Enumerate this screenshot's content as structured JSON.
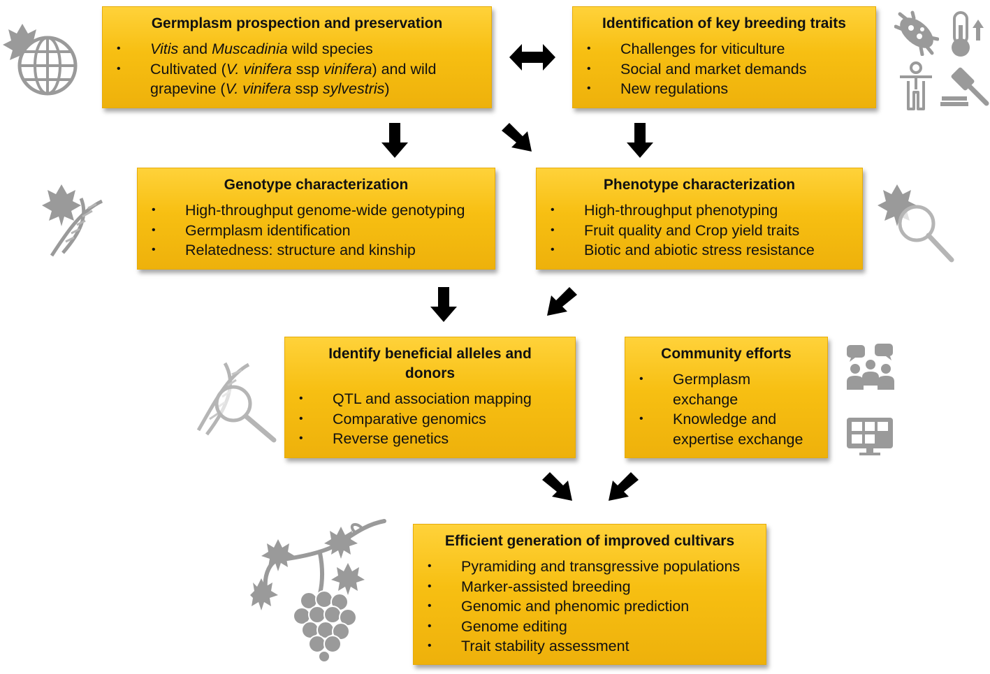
{
  "boxes": {
    "germplasm": {
      "title": "Germplasm prospection and preservation",
      "items": [
        {
          "p1": "",
          "i1": "Vitis",
          "p2": " and ",
          "i2": "Muscadinia",
          "p3": " wild species",
          "i3": "",
          "p4": "",
          "i4": "",
          "p5": ""
        },
        {
          "p1": "Cultivated (",
          "i1": "V. vinifera",
          "p2": " ssp ",
          "i2": "vinifera",
          "p3": ") and wild grapevine (",
          "i3": "V. vinifera",
          "p4": " ssp ",
          "i4": "sylvestris",
          "p5": ")"
        }
      ]
    },
    "traits": {
      "title": "Identification of key breeding traits",
      "items": [
        "Challenges for viticulture",
        "Social and market demands",
        "New regulations"
      ]
    },
    "genotype": {
      "title": "Genotype characterization",
      "items": [
        "High-throughput genome-wide genotyping",
        "Germplasm identification",
        "Relatedness: structure and kinship"
      ]
    },
    "phenotype": {
      "title": "Phenotype characterization",
      "items": [
        "High-throughput phenotyping",
        "Fruit quality and Crop yield traits",
        "Biotic and abiotic stress resistance"
      ]
    },
    "alleles": {
      "title": "Identify beneficial alleles and donors",
      "items": [
        "QTL and association mapping",
        "Comparative genomics",
        "Reverse genetics"
      ]
    },
    "community": {
      "title": "Community efforts",
      "items": [
        "Germplasm exchange",
        "Knowledge and expertise exchange"
      ]
    },
    "cultivars": {
      "title": "Efficient generation of improved cultivars",
      "items": [
        "Pyramiding and transgressive populations",
        "Marker-assisted breeding",
        "Genomic and phenomic prediction",
        "Genome editing",
        "Trait stability assessment"
      ]
    }
  },
  "icons": [
    "leaf-globe-icon",
    "bacteria-icon",
    "thermometer-icon",
    "person-icon",
    "gavel-icon",
    "leaf-dna-icon",
    "leaf-magnifier-icon",
    "dna-magnifier-icon",
    "group-chat-icon",
    "monitor-network-icon",
    "grapevine-icon"
  ],
  "colors": {
    "box_fill": "#f7bf12",
    "box_border": "#e6ab09",
    "arrow": "#000000",
    "icon_gray": "#9a9a9a"
  }
}
